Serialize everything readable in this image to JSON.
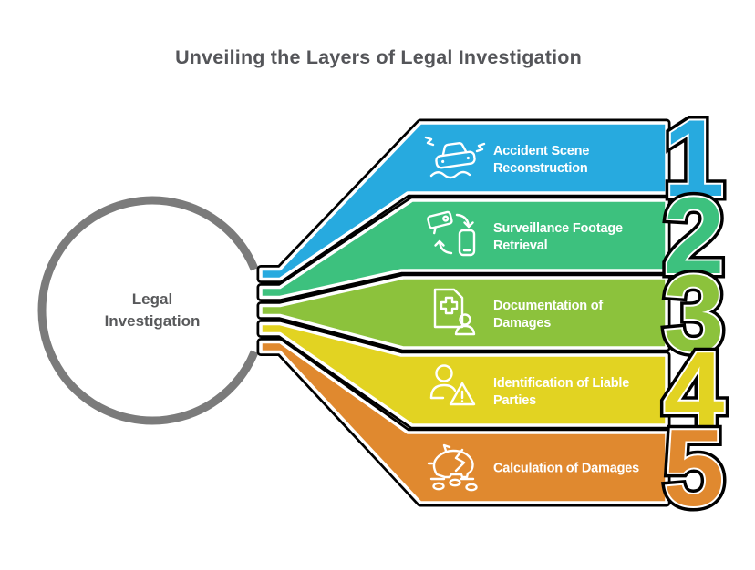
{
  "title": "Unveiling the Layers of Legal Investigation",
  "center": {
    "label_line1": "Legal",
    "label_line2": "Investigation"
  },
  "colors": {
    "title_text": "#545559",
    "center_text": "#58595b",
    "ring": "#7b7b7b",
    "outline": "#000000",
    "stroke": "#ffffff"
  },
  "items": [
    {
      "number": "1",
      "color": "#27aadf",
      "label_line1": "Accident Scene",
      "label_line2": "Reconstruction",
      "icon": "car-accident-icon"
    },
    {
      "number": "2",
      "color": "#3dc17e",
      "label_line1": "Surveillance Footage",
      "label_line2": "Retrieval",
      "icon": "surveillance-sync-icon"
    },
    {
      "number": "3",
      "color": "#8cc23c",
      "label_line1": "Documentation of",
      "label_line2": "Damages",
      "icon": "medical-document-icon"
    },
    {
      "number": "4",
      "color": "#e2d322",
      "label_line1": "Identification of Liable",
      "label_line2": "Parties",
      "icon": "person-warning-icon"
    },
    {
      "number": "5",
      "color": "#e0892f",
      "label_line1": "Calculation of Damages",
      "label_line2": "",
      "icon": "piggy-bank-icon"
    }
  ]
}
